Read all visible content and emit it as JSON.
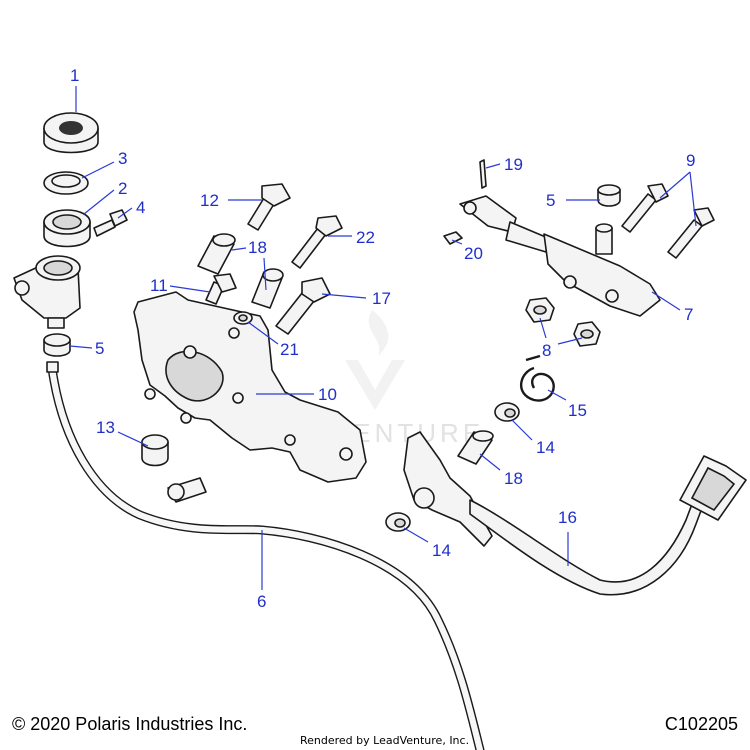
{
  "footer": {
    "copyright": "© 2020 Polaris Industries Inc.",
    "rendered_by": "Rendered by LeadVenture, Inc.",
    "diagram_id": "C102205"
  },
  "watermark": {
    "text": "LEADVENTURE"
  },
  "callouts": {
    "c1": "1",
    "c2": "2",
    "c3": "3",
    "c4": "4",
    "c5a": "5",
    "c5b": "5",
    "c6": "6",
    "c7": "7",
    "c8": "8",
    "c9": "9",
    "c10": "10",
    "c11": "11",
    "c12": "12",
    "c13": "13",
    "c14a": "14",
    "c14b": "14",
    "c15": "15",
    "c16": "16",
    "c17": "17",
    "c18a": "18",
    "c18b": "18",
    "c19": "19",
    "c20": "20",
    "c21": "21",
    "c22": "22"
  },
  "colors": {
    "callout": "#1f2fc9",
    "leader": "#2a3bd6",
    "line_art": "#1a1a1a"
  }
}
